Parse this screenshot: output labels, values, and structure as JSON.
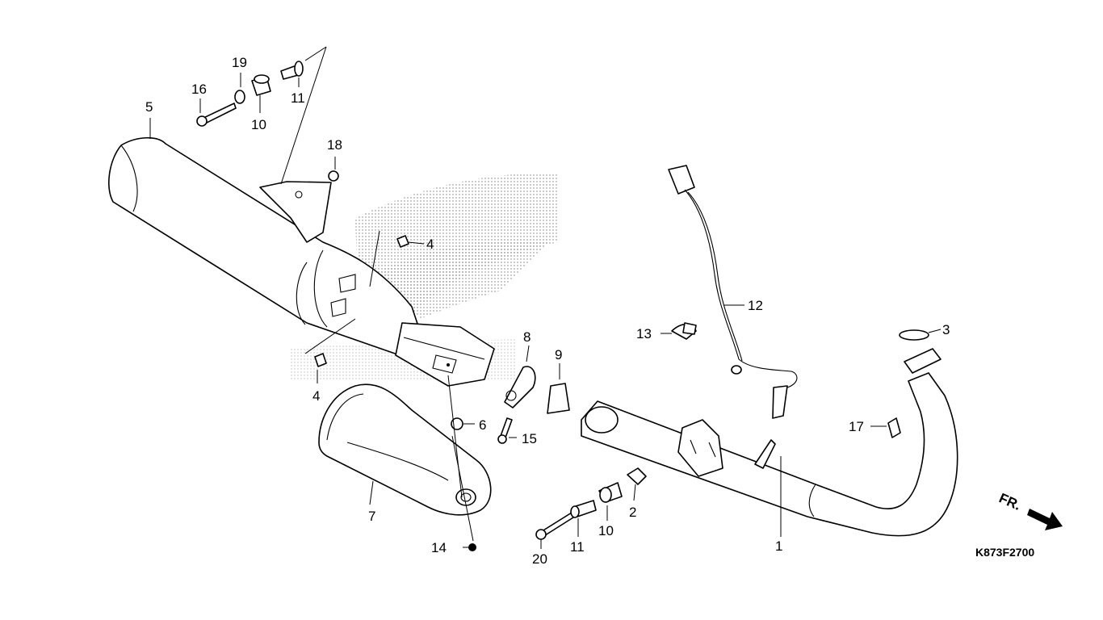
{
  "diagram": {
    "code": "K873F2700",
    "direction": "FR.",
    "callouts": {
      "c1": "1",
      "c2": "2",
      "c3": "3",
      "c4a": "4",
      "c4b": "4",
      "c5": "5",
      "c6": "6",
      "c7": "7",
      "c8": "8",
      "c9": "9",
      "c10a": "10",
      "c10b": "10",
      "c11a": "11",
      "c11b": "11",
      "c12": "12",
      "c13": "13",
      "c14": "14",
      "c15": "15",
      "c16": "16",
      "c17": "17",
      "c18": "18",
      "c19": "19",
      "c20": "20"
    }
  }
}
